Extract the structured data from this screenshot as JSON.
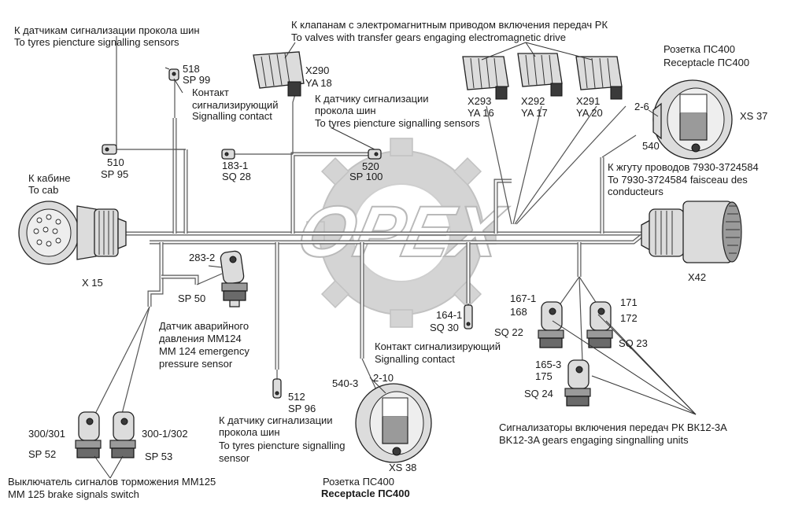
{
  "watermark": {
    "text": "OPEX"
  },
  "labels": {
    "tyre_sensors_ru": "К датчикам сигнализации прокола шин",
    "tyre_sensors_en": "To tyres piencture signalling sensors",
    "valves_ru": "К клапанам с электромагнитным приводом включения передач РК",
    "valves_en": "To valves with transfer gears engaging electromagnetic drive",
    "receptacle_top_ru": "Розетка ПС400",
    "receptacle_top_en": "Receptacle ПС400",
    "x290": "X290",
    "ya18": "YA 18",
    "n518": "518",
    "sp99": "SP 99",
    "contact_ru": "Контакт",
    "contact_ru2": "сигнализирующий",
    "contact_en": "Signalling contact",
    "tyre_one_ru1": "К датчику сигнализации",
    "tyre_one_ru2": "прокола шин",
    "tyre_one_en": "To tyres piencture signalling sensors",
    "x293": "X293",
    "ya16": "YA 16",
    "x292": "X292",
    "ya17": "YA 17",
    "x291": "X291",
    "ya20": "YA 20",
    "n2_6": "2-6",
    "xs37": "XS 37",
    "n540": "540",
    "n510": "510",
    "sp95": "SP 95",
    "n183_1": "183-1",
    "sq28": "SQ 28",
    "n520": "520",
    "sp100": "SP 100",
    "harness_ru": "К жгуту проводов 7930-3724584",
    "harness_en1": "To 7930-3724584 faisceau des",
    "harness_en2": "conducteurs",
    "cab_ru": "К кабине",
    "cab_en": "To cab",
    "x15": "X 15",
    "x42": "X42",
    "n283_2": "283-2",
    "sp50": "SP 50",
    "n167_1": "167-1",
    "n168": "168",
    "n171": "171",
    "n172": "172",
    "sq22": "SQ 22",
    "sq23": "SQ 23",
    "n164_1": "164-1",
    "sq30": "SQ 30",
    "alarm_ru1": "Датчик аварийного",
    "alarm_ru2": "давления ММ124",
    "alarm_en1": "MM 124 emergency",
    "alarm_en2": "pressure sensor",
    "contact2_ru": "Контакт сигнализирующий",
    "contact2_en": "Signalling contact",
    "n165_3": "165-3",
    "n175": "175",
    "sq24": "SQ 24",
    "n540_3": "540-3",
    "n2_10": "2-10",
    "n512": "512",
    "sp96": "SP 96",
    "tyre_low_ru1": "К датчику сигнализации",
    "tyre_low_ru2": "прокола шин",
    "tyre_low_en1": "To tyres piencture signalling",
    "tyre_low_en2": "sensor",
    "n300_301": "300/301",
    "sp52": "SP 52",
    "n300_1_302": "300-1/302",
    "sp53": "SP 53",
    "xs38": "XS 38",
    "receptacle_bot_ru": "Розетка ПС400",
    "receptacle_bot_en": "Receptacle ПС400",
    "gears_ru": "Сигнализаторы включения передач РК ВК12-3А",
    "gears_en": "BK12-3A gears engaging singnalling units",
    "brake_ru": "Выключатель сигналов торможения ММ125",
    "brake_en": "MM 125 brake signals switch"
  }
}
